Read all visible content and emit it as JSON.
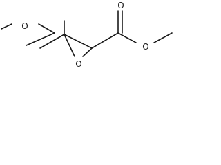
{
  "molecule": {
    "atom_labels": {
      "ether_oxygen": "O",
      "epoxide_oxygen": "O",
      "carbonyl_oxygen": "O",
      "ester_oxygen": "O"
    },
    "colors": {
      "bond": "#1a1a1a",
      "label": "#1a1a1a",
      "background": "#ffffff"
    }
  }
}
